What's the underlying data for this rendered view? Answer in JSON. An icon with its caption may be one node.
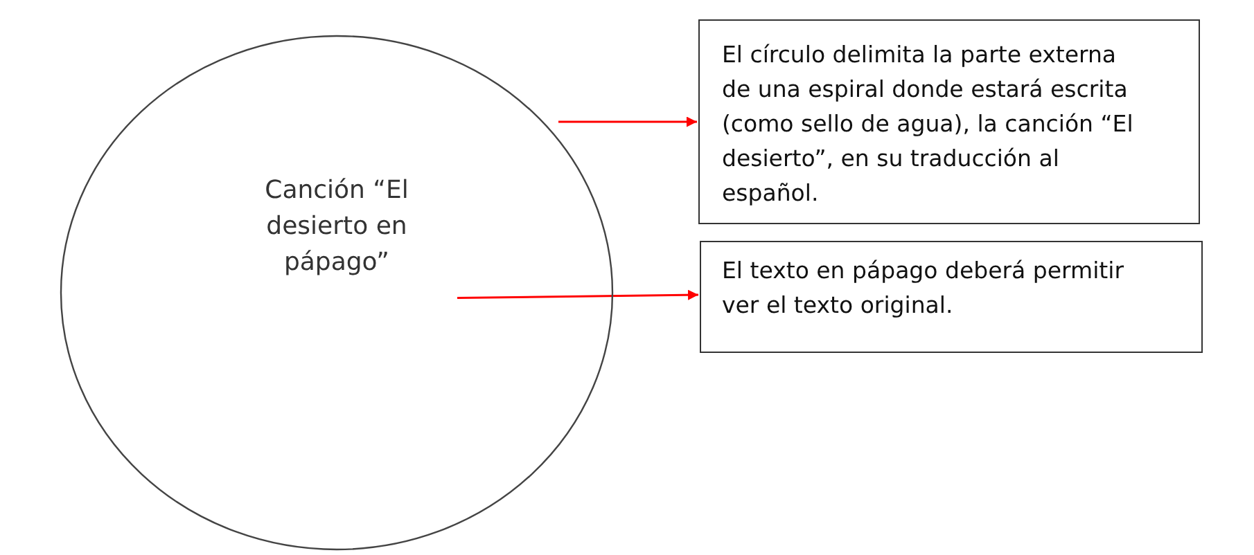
{
  "diagram": {
    "nodes": [
      {
        "text": [
          "Canción “El desierto en pápago”"
        ]
      },
      {
        "text": [
          "El círculo delimita la parte externa de una espiral donde estará escrita (como sello de agua), la canción “El desierto”, en su traducción al español."
        ]
      },
      {
        "text": [
          "El texto en pápago deberá permitir ver el texto original."
        ]
      }
    ],
    "edges": [
      {
        "from": 0,
        "to": 1,
        "arrow": "to",
        "color": "#ff0000"
      },
      {
        "from": 0,
        "to": 2,
        "arrow": "to",
        "color": "#ff0000"
      }
    ]
  }
}
